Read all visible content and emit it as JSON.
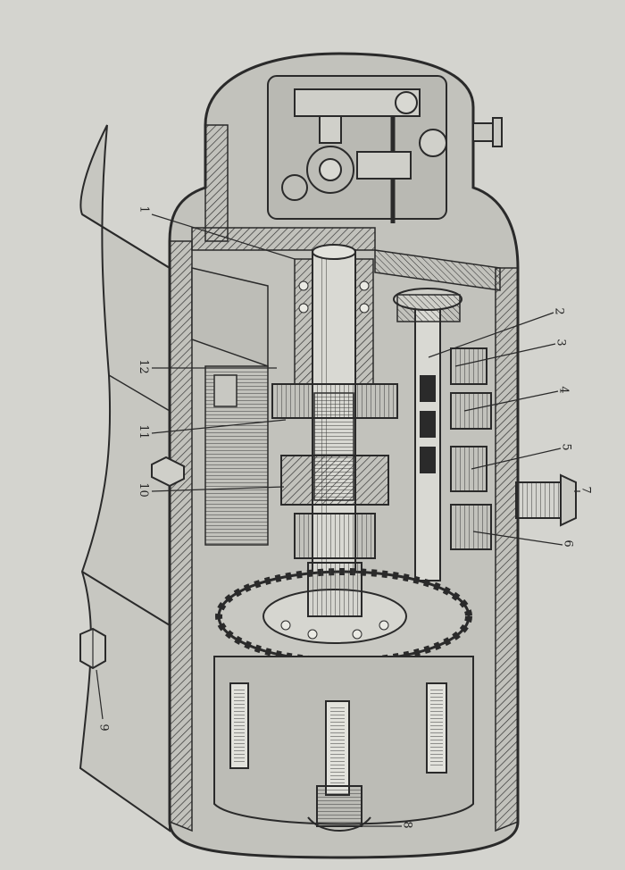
{
  "figure": {
    "colors": {
      "paper": "#d4d4cf",
      "ink": "#2a2a2a",
      "metal": "#b9b9b3",
      "shadow": "#8a8a85"
    }
  },
  "callouts": {
    "c1": "1",
    "c12": "12",
    "c11": "11",
    "c10": "10",
    "c2": "2",
    "c3": "3",
    "c4": "4",
    "c5": "5",
    "c6": "6",
    "c7": "7",
    "c8": "8",
    "c9": "9"
  }
}
